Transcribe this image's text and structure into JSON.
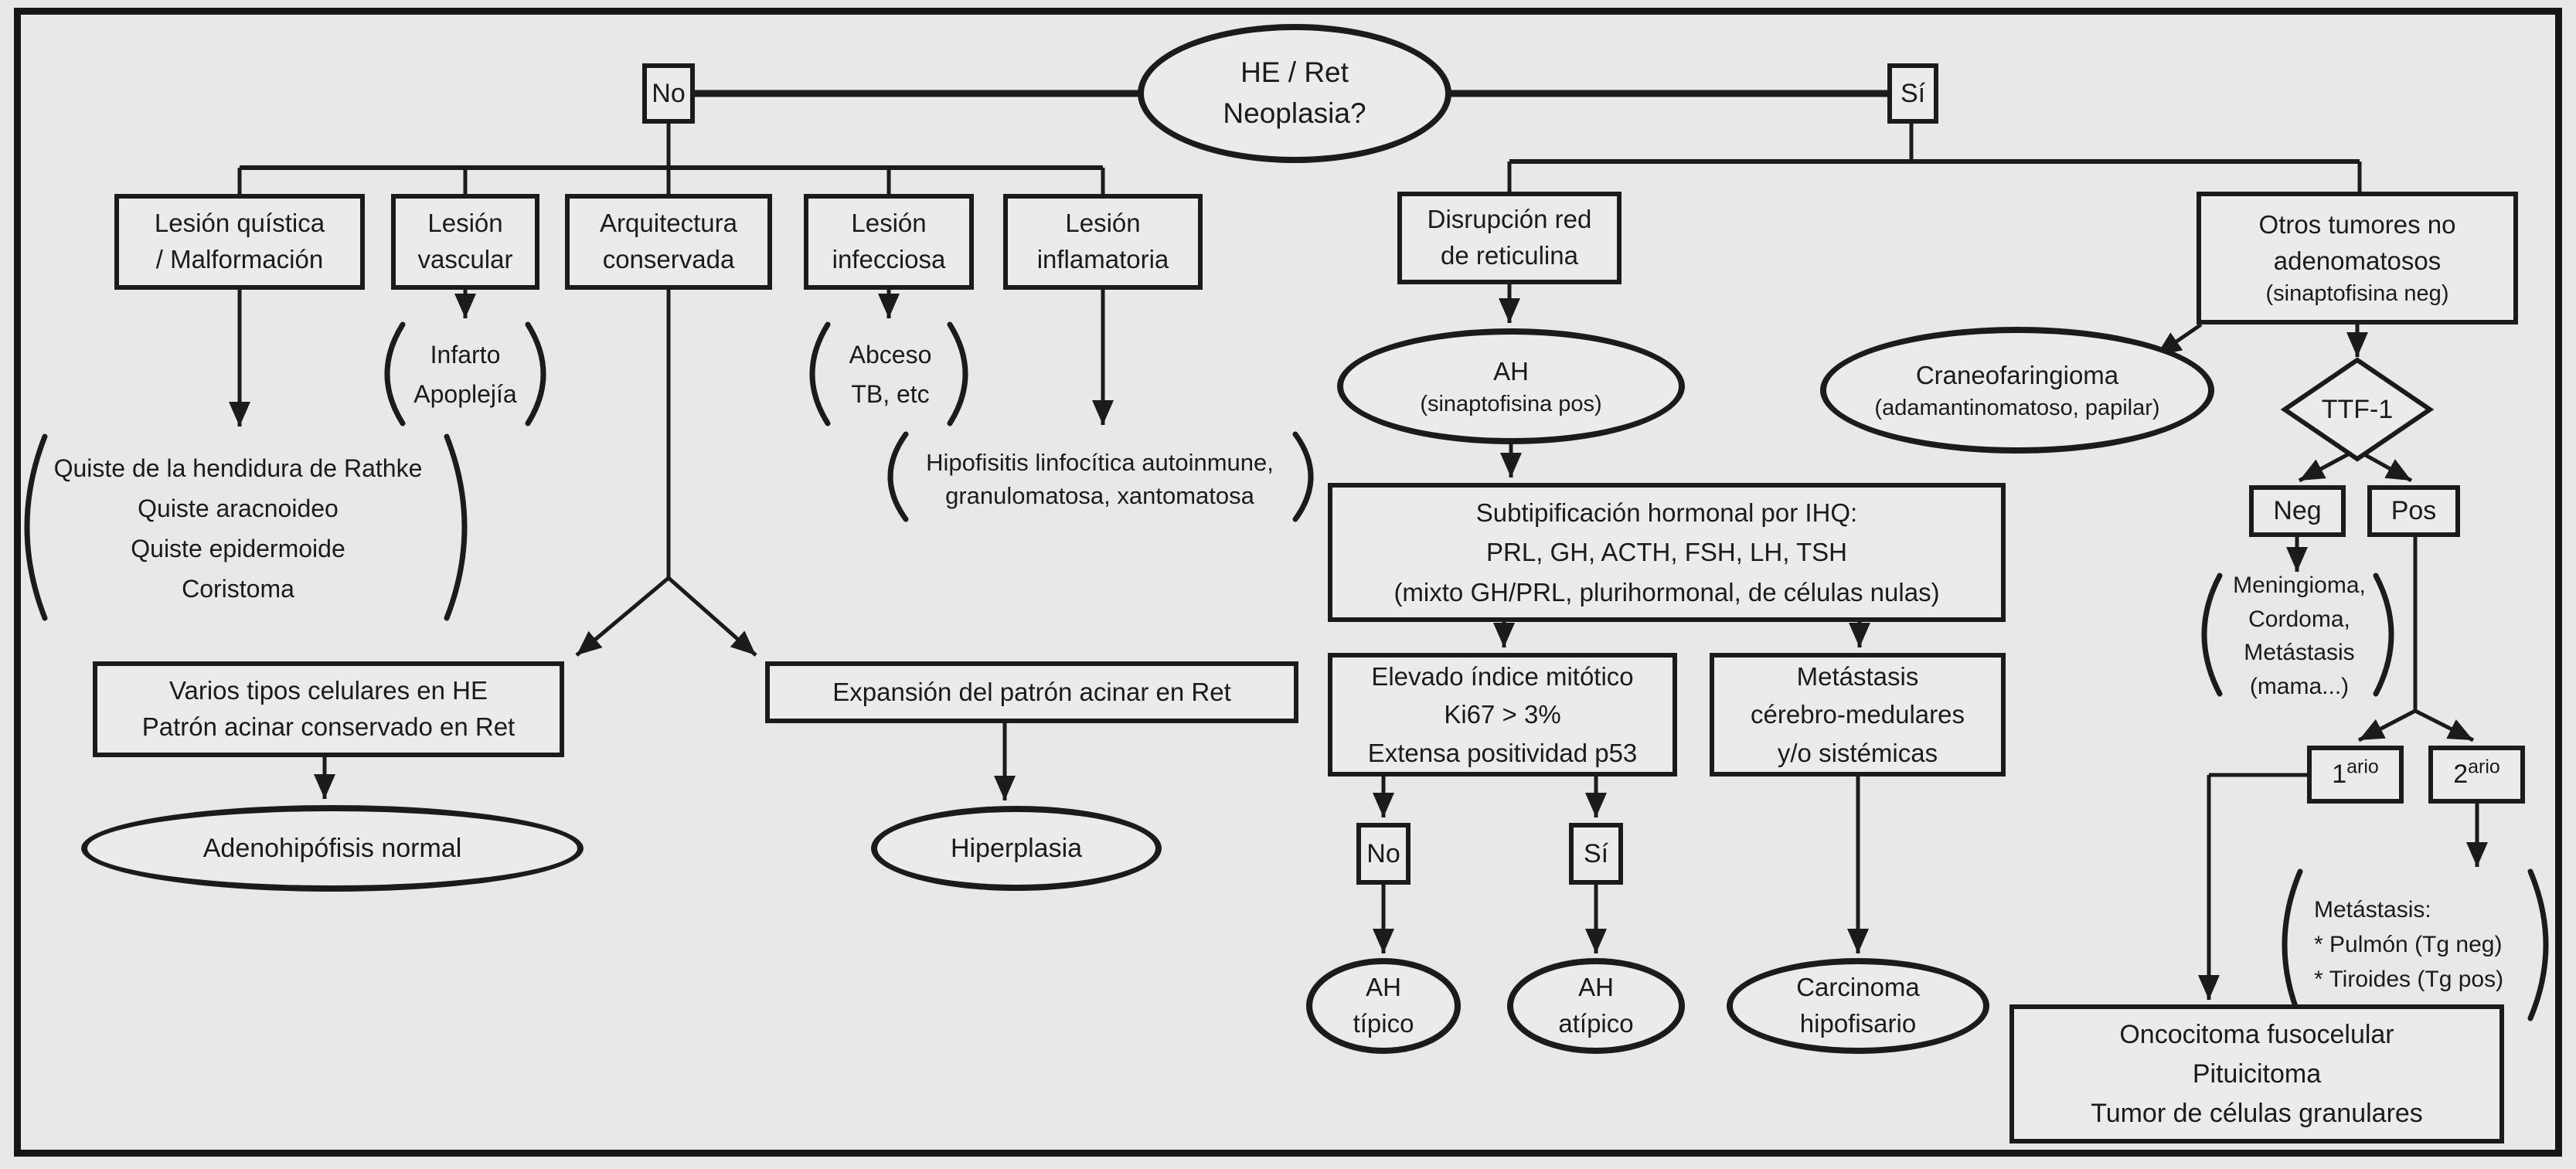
{
  "palette": {
    "background": "#e8e8ea",
    "ink": "#1b1b1e",
    "node_fill": "#ebebed"
  },
  "nodes": {
    "root": {
      "text": "HE / Ret\nNeoplasia?"
    },
    "no": {
      "text": "No"
    },
    "si": {
      "text": "Sí"
    },
    "lesion_quistica": {
      "text": "Lesión quística\n/ Malformación"
    },
    "lesion_vascular": {
      "text": "Lesión\nvascular"
    },
    "arquitectura": {
      "text": "Arquitectura\nconservada"
    },
    "lesion_infecciosa": {
      "text": "Lesión\ninfecciosa"
    },
    "lesion_inflamatoria": {
      "text": "Lesión\ninflamatoria"
    },
    "infarto_apoplejia": {
      "text": "Infarto\nApoplejía"
    },
    "abceso_tb": {
      "text": "Abceso\nTB, etc"
    },
    "quistes": {
      "text": "Quiste de la hendidura de Rathke\nQuiste aracnoideo\nQuiste epidermoide\nCoristoma"
    },
    "hipofisitis": {
      "text": "Hipofisitis linfocítica autoinmune,\ngranulomatosa, xantomatosa"
    },
    "varios_tipos": {
      "text": "Varios tipos celulares en HE\nPatrón acinar conservado en Ret"
    },
    "expansion": {
      "text": "Expansión del patrón acinar en Ret"
    },
    "adenohipofisis": {
      "text": "Adenohipófisis normal"
    },
    "hiperplasia": {
      "text": "Hiperplasia"
    },
    "disrupcion": {
      "text": "Disrupción red\nde reticulina"
    },
    "ah": {
      "text": "AH",
      "sub": "(sinaptofisina pos)"
    },
    "craneofaringioma": {
      "text": "Craneofaringioma",
      "sub": "(adamantinomatoso, papilar)"
    },
    "otros_tumores": {
      "text": "Otros tumores no\nadenomatosos",
      "sub": "(sinaptofisina neg)"
    },
    "subtipificacion": {
      "text": "Subtipificación hormonal por IHQ:\nPRL, GH, ACTH, FSH, LH, TSH\n(mixto GH/PRL, plurihormonal, de células nulas)"
    },
    "elevado": {
      "text": "Elevado índice mitótico\nKi67 > 3%\nExtensa positividad p53"
    },
    "metastasis_cm": {
      "text": "Metástasis\ncérebro-medulares\ny/o sistémicas"
    },
    "no2": {
      "text": "No"
    },
    "si2": {
      "text": "Sí"
    },
    "ah_tipico": {
      "text": "AH\ntípico"
    },
    "ah_atipico": {
      "text": "AH\natípico"
    },
    "carcinoma": {
      "text": "Carcinoma\nhipofisario"
    },
    "ttf1": {
      "text": "TTF-1"
    },
    "neg": {
      "text": "Neg"
    },
    "pos": {
      "text": "Pos"
    },
    "primario": {
      "base": "1",
      "sup": "ario"
    },
    "secundario": {
      "base": "2",
      "sup": "ario"
    },
    "meningioma": {
      "text": "Meningioma,\nCordoma,\nMetástasis (mama...)"
    },
    "metastasis_tg": {
      "text": "Metástasis:\n* Pulmón (Tg neg)\n* Tiroides (Tg pos)"
    },
    "oncocitoma": {
      "text": "Oncocitoma fusocelular\nPituicitoma\nTumor de células granulares"
    }
  }
}
